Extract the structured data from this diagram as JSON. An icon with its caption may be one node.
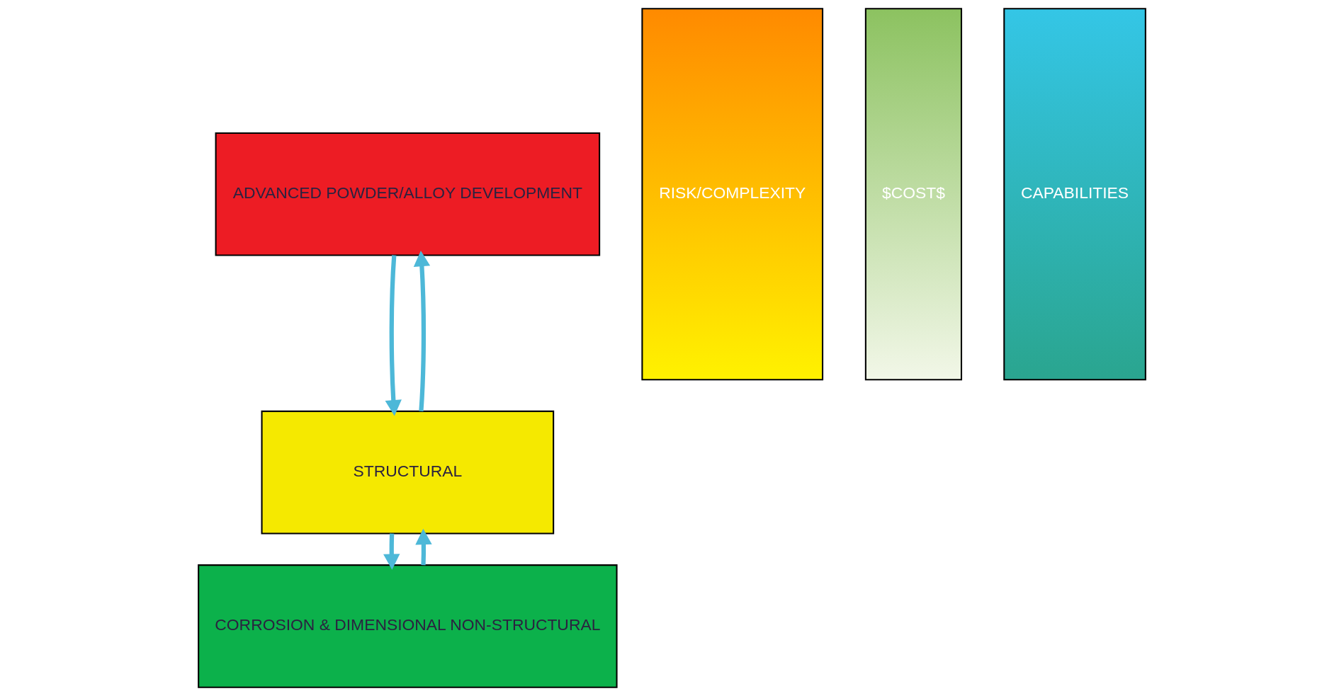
{
  "diagram": {
    "nodes": [
      {
        "text": [
          "ADVANCED POWDER/ALLOY DEVELOPMENT"
        ]
      },
      {
        "text": [
          "STRUCTURAL"
        ]
      },
      {
        "text": [
          "CORROSION & DIMENSIONAL NON-STRUCTURAL"
        ]
      },
      {
        "text": [
          "RISK/COMPLEXITY"
        ]
      },
      {
        "text": [
          "$COST$"
        ]
      },
      {
        "text": [
          "CAPABILITIES"
        ]
      }
    ],
    "edges": [
      {
        "from": 0,
        "to": 1,
        "arrow": "to"
      },
      {
        "from": 1,
        "to": 2,
        "arrow": "to"
      },
      {
        "from": 2,
        "to": 1,
        "arrow": "to"
      },
      {
        "from": 1,
        "to": 0,
        "arrow": "to"
      }
    ]
  }
}
